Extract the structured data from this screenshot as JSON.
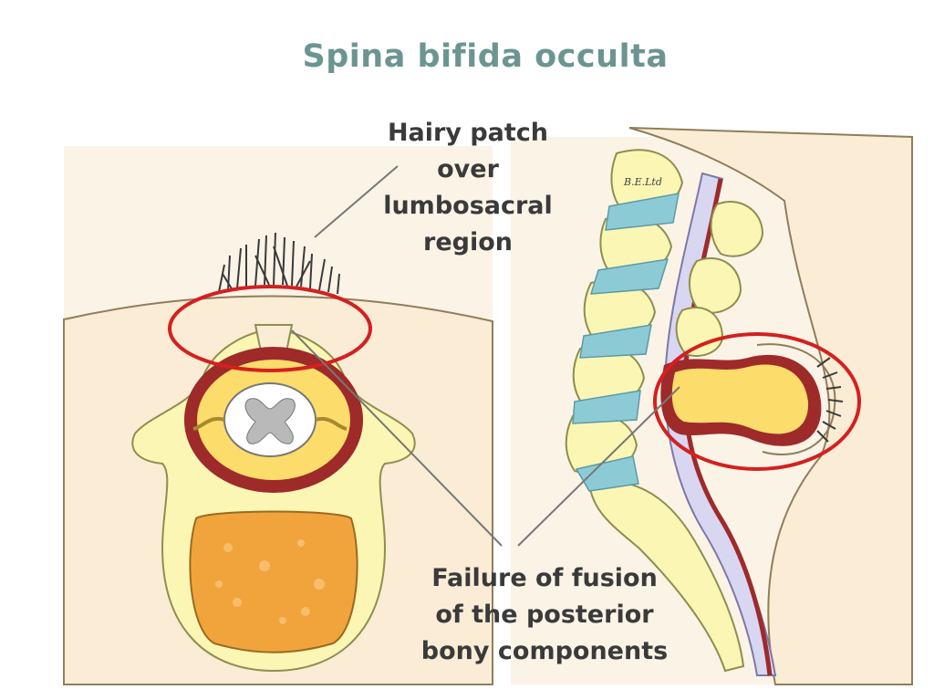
{
  "title": "Spina bifida occulta",
  "labels": {
    "hairy_patch": [
      "Hairy patch",
      "over",
      "lumbosacral",
      "region"
    ],
    "failure_fusion": [
      "Failure of fusion",
      "of the posterior",
      "bony components"
    ]
  },
  "credit": "B.E.Ltd",
  "colors": {
    "title": "#6c9591",
    "skin": "#fbecd6",
    "bone": "#fbf6b4",
    "bone_outline": "#8e8e50",
    "dura": "#9e2a2a",
    "csf": "#fcdc6a",
    "cord_grey": "#b9b9b9",
    "disc": "#8ccbd6",
    "vertebral_body": "#f2a43c",
    "highlight_ring": "#d42020",
    "hair": "#3a3a3a"
  },
  "icons": [
    "hair-strands",
    "spinal-cord-cross-section",
    "vertebral-column"
  ]
}
